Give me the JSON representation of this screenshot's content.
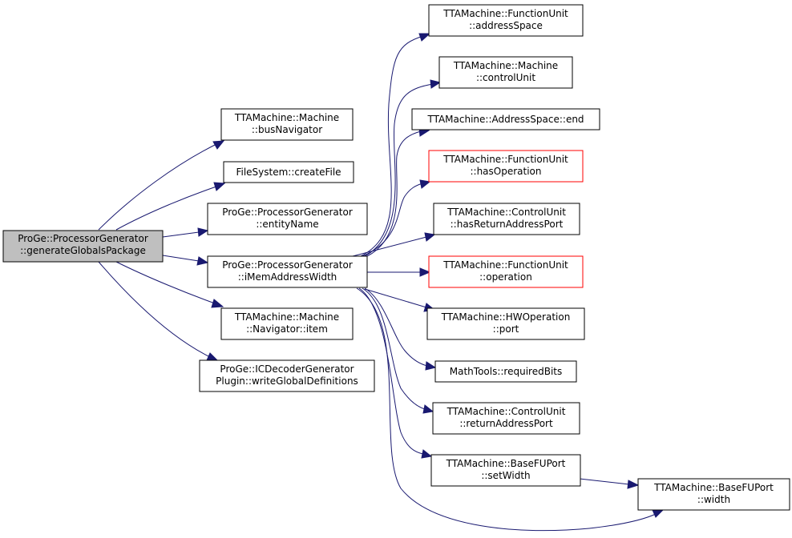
{
  "colors": {
    "edge": "#191970",
    "node_border": "#000000",
    "node_border_highlight": "#ff0000",
    "root_fill": "#bfbfbf",
    "node_fill": "#ffffff"
  },
  "nodes": {
    "root": [
      "ProGe::ProcessorGenerator",
      "::generateGlobalsPackage"
    ],
    "busNavigator": [
      "TTAMachine::Machine",
      "::busNavigator"
    ],
    "createFile": [
      "FileSystem::createFile"
    ],
    "entityName": [
      "ProGe::ProcessorGenerator",
      "::entityName"
    ],
    "iMemAddressWidth": [
      "ProGe::ProcessorGenerator",
      "::iMemAddressWidth"
    ],
    "navigatorItem": [
      "TTAMachine::Machine",
      "::Navigator::item"
    ],
    "writeGlobalDefinitions": [
      "ProGe::ICDecoderGenerator",
      "Plugin::writeGlobalDefinitions"
    ],
    "addressSpace": [
      "TTAMachine::FunctionUnit",
      "::addressSpace"
    ],
    "controlUnit": [
      "TTAMachine::Machine",
      "::controlUnit"
    ],
    "end": [
      "TTAMachine::AddressSpace::end"
    ],
    "hasOperation": [
      "TTAMachine::FunctionUnit",
      "::hasOperation"
    ],
    "hasReturnAddressPort": [
      "TTAMachine::ControlUnit",
      "::hasReturnAddressPort"
    ],
    "operation": [
      "TTAMachine::FunctionUnit",
      "::operation"
    ],
    "port": [
      "TTAMachine::HWOperation",
      "::port"
    ],
    "requiredBits": [
      "MathTools::requiredBits"
    ],
    "returnAddressPort": [
      "TTAMachine::ControlUnit",
      "::returnAddressPort"
    ],
    "setWidth": [
      "TTAMachine::BaseFUPort",
      "::setWidth"
    ],
    "width": [
      "TTAMachine::BaseFUPort",
      "::width"
    ]
  }
}
